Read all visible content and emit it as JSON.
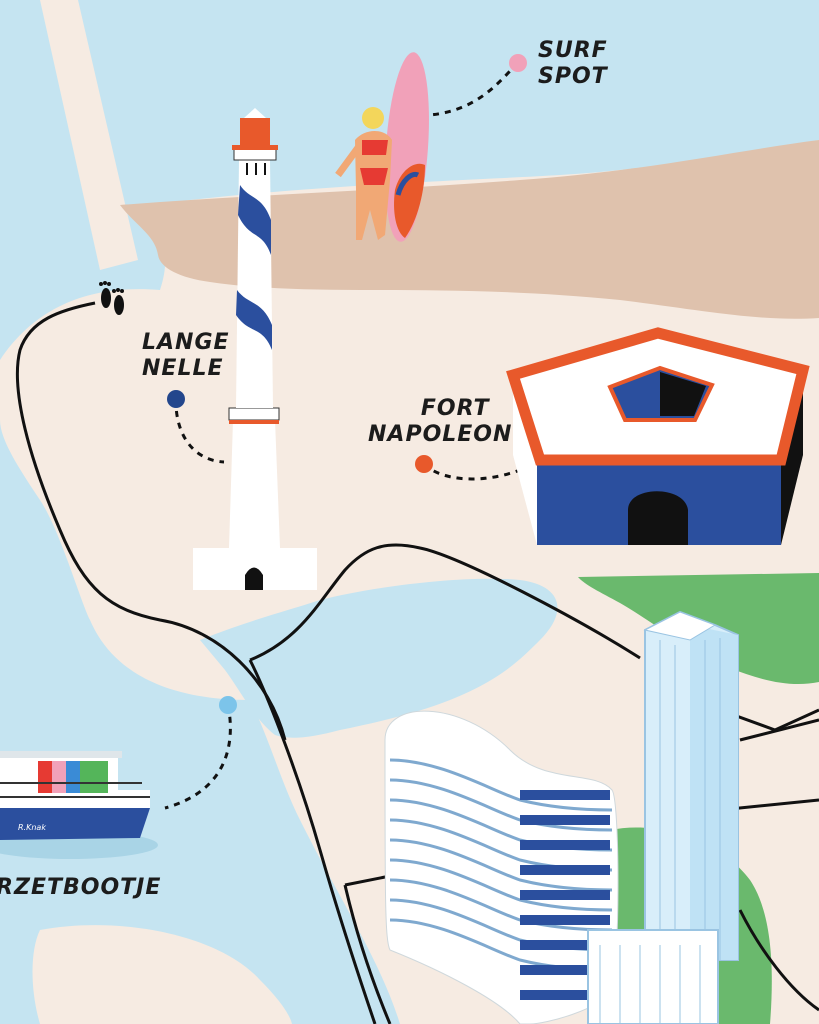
{
  "map": {
    "colors": {
      "water": "#c5e4f1",
      "land": "#f6ebe2",
      "beach": "#dfc2ad",
      "park": "#6ab96d",
      "fort_blue": "#2b4f9e",
      "fort_orange": "#e8592b",
      "surf_pink": "#f1a1b9",
      "route": "#111111"
    },
    "pois": [
      {
        "id": "surf-spot",
        "lines": [
          "SURF",
          "SPOT"
        ],
        "pin_color": "#f1a1b9",
        "icon": "surfer-illustration"
      },
      {
        "id": "lange-nelle",
        "lines": [
          "LANGE",
          "NELLE"
        ],
        "pin_color": "#23468c",
        "icon": "lighthouse-illustration"
      },
      {
        "id": "fort-napoleon",
        "lines": [
          "FORT",
          "NAPOLEON"
        ],
        "pin_color": "#e8592b",
        "icon": "fort-illustration"
      },
      {
        "id": "veerbootje",
        "lines": [
          "VERZETBOOTJE"
        ],
        "pin_color": "#7cc4ea",
        "icon": "ferry-boat-illustration"
      }
    ],
    "route_icon": "footprints-icon",
    "boat_name": "R.Knak"
  }
}
